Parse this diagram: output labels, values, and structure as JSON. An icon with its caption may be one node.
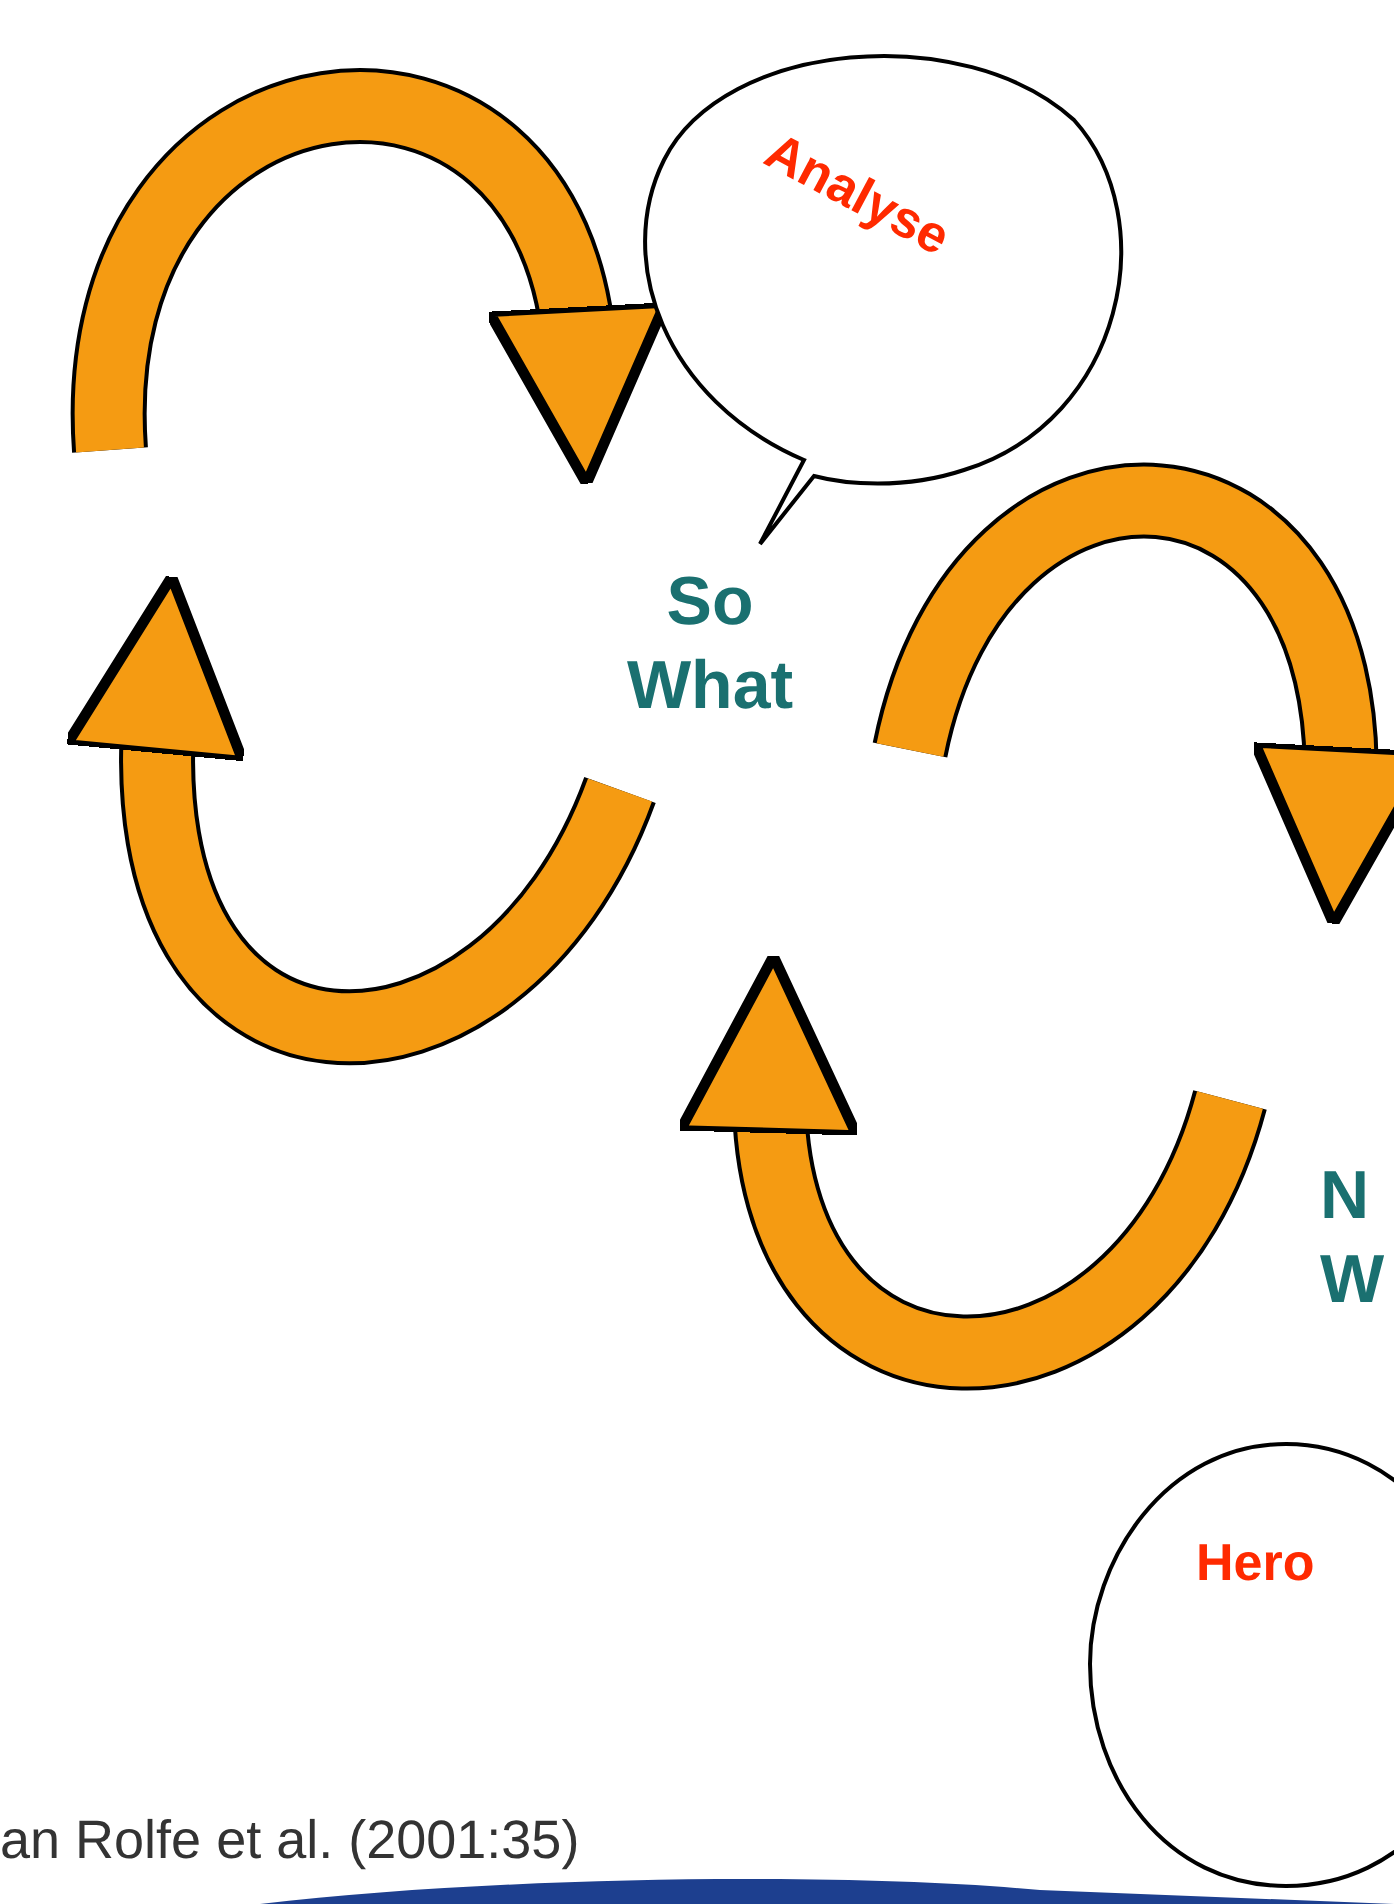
{
  "diagram": {
    "nodes": [
      {
        "text": [
          "Analyse"
        ]
      },
      {
        "text": [
          "Hero"
        ]
      }
    ],
    "labels": [
      "So What",
      "N W"
    ],
    "caption": "an Rolfe et al. (2001:35)"
  }
}
